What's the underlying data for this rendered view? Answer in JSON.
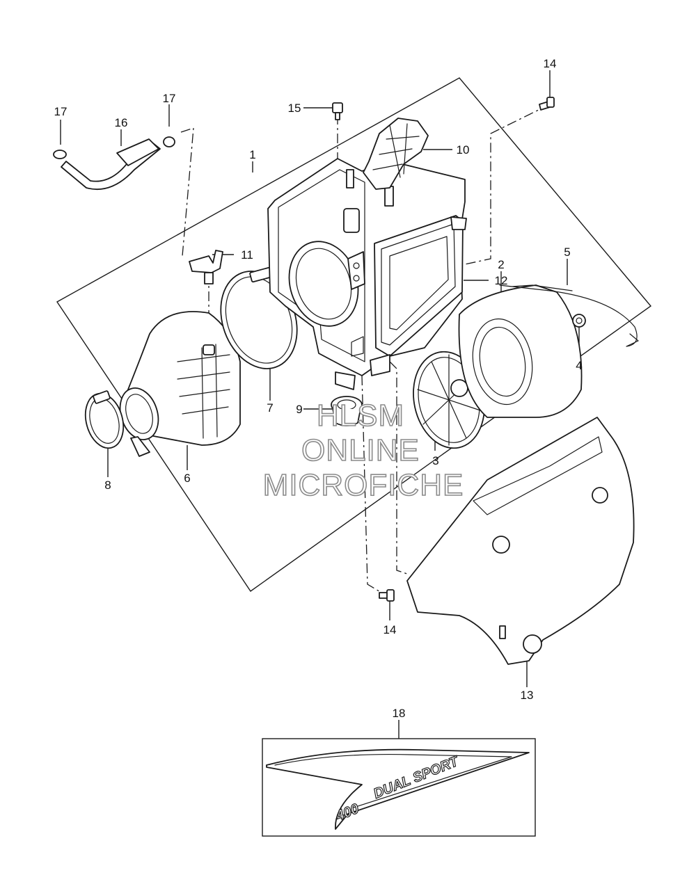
{
  "callouts": [
    {
      "id": "1",
      "text": "1"
    },
    {
      "id": "2",
      "text": "2"
    },
    {
      "id": "3",
      "text": "3"
    },
    {
      "id": "4",
      "text": "4"
    },
    {
      "id": "5",
      "text": "5"
    },
    {
      "id": "6",
      "text": "6"
    },
    {
      "id": "7",
      "text": "7"
    },
    {
      "id": "8",
      "text": "8"
    },
    {
      "id": "9",
      "text": "9"
    },
    {
      "id": "10",
      "text": "10"
    },
    {
      "id": "11",
      "text": "11"
    },
    {
      "id": "12",
      "text": "12"
    },
    {
      "id": "13",
      "text": "13"
    },
    {
      "id": "14a",
      "text": "14"
    },
    {
      "id": "14b",
      "text": "14"
    },
    {
      "id": "15",
      "text": "15"
    },
    {
      "id": "16",
      "text": "16"
    },
    {
      "id": "17a",
      "text": "17"
    },
    {
      "id": "17b",
      "text": "17"
    },
    {
      "id": "18",
      "text": "18"
    }
  ],
  "watermark": {
    "line1": "HLSM",
    "line2": "ONLINE",
    "line3": "MICROFICHE"
  },
  "decal": {
    "model_text": "DUAL SPORT",
    "number_text": "400"
  }
}
